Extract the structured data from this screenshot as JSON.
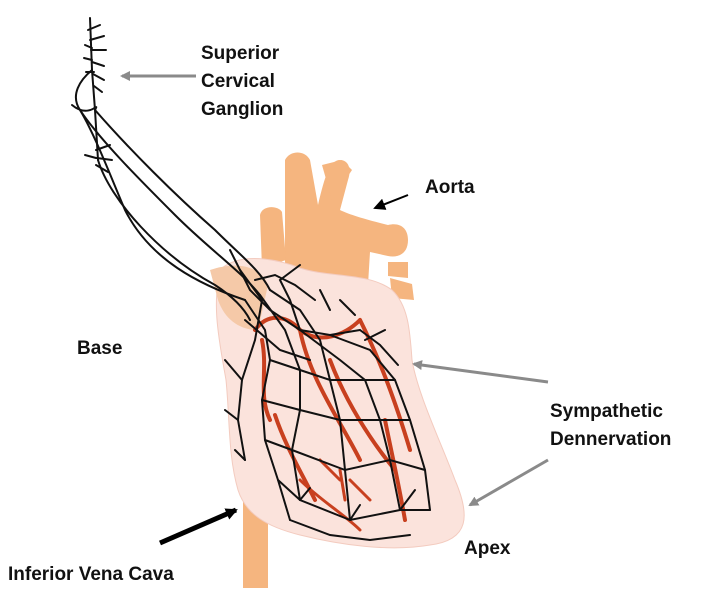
{
  "labels": {
    "superior_cervical_ganglion": [
      "Superior",
      "Cervical",
      "Ganglion"
    ],
    "aorta": "Aorta",
    "base": "Base",
    "sympathetic_denervation": [
      "Sympathetic",
      "Dennervation"
    ],
    "apex": "Apex",
    "inferior_vena_cava": "Inferior Vena Cava"
  },
  "colors": {
    "aorta": "#f5b57f",
    "heart_fill": "#fbe3dc",
    "vessel": "#c8401f",
    "nerve": "#111111",
    "gray_arrow": "#8a8a8a",
    "black_arrow": "#000000"
  }
}
